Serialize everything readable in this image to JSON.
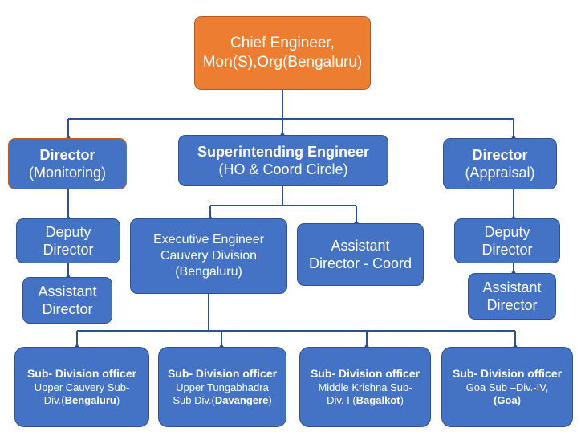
{
  "chief": {
    "line1": "Chief Engineer,",
    "line2": "Mon(S),Org(Bengaluru)"
  },
  "director_monitoring": {
    "title": "Director",
    "subtitle": "(Monitoring)"
  },
  "superintending": {
    "title": "Superintending Engineer",
    "subtitle": "(HO & Coord Circle)"
  },
  "director_appraisal": {
    "title": "Director",
    "subtitle": "(Appraisal)"
  },
  "deputy_left": {
    "line1": "Deputy",
    "line2": "Director"
  },
  "assistant_left": {
    "line1": "Assistant",
    "line2": "Director"
  },
  "executive": {
    "line1": "Executive Engineer",
    "line2": "Cauvery Division",
    "line3": "(Bengaluru)"
  },
  "assistant_coord": {
    "line1": "Assistant",
    "line2": "Director - Coord"
  },
  "deputy_right": {
    "line1": "Deputy",
    "line2": "Director"
  },
  "assistant_right": {
    "line1": "Assistant",
    "line2": "Director"
  },
  "subdivisions": [
    {
      "title": "Sub- Division officer",
      "line1": "Upper Cauvery Sub-",
      "line2_pre": "Div.(",
      "line2_bold": "Bengaluru",
      "line2_post": ")"
    },
    {
      "title": "Sub- Division officer",
      "line1": "Upper Tungabhadra",
      "line2_pre": "Sub Div.(",
      "line2_bold": "Davangere",
      "line2_post": ")"
    },
    {
      "title": "Sub- Division officer",
      "line1": "Middle Krishna Sub-",
      "line2_pre": "Div. I (",
      "line2_bold": "Bagalkot",
      "line2_post": ")"
    },
    {
      "title": "Sub- Division officer",
      "line1": "Goa Sub –Div.-IV,",
      "line2_pre": "",
      "line2_bold": "(Goa)",
      "line2_post": ""
    }
  ],
  "colors": {
    "box_blue": "#4472c4",
    "box_orange": "#ed7d31",
    "connector": "#2f528f"
  }
}
